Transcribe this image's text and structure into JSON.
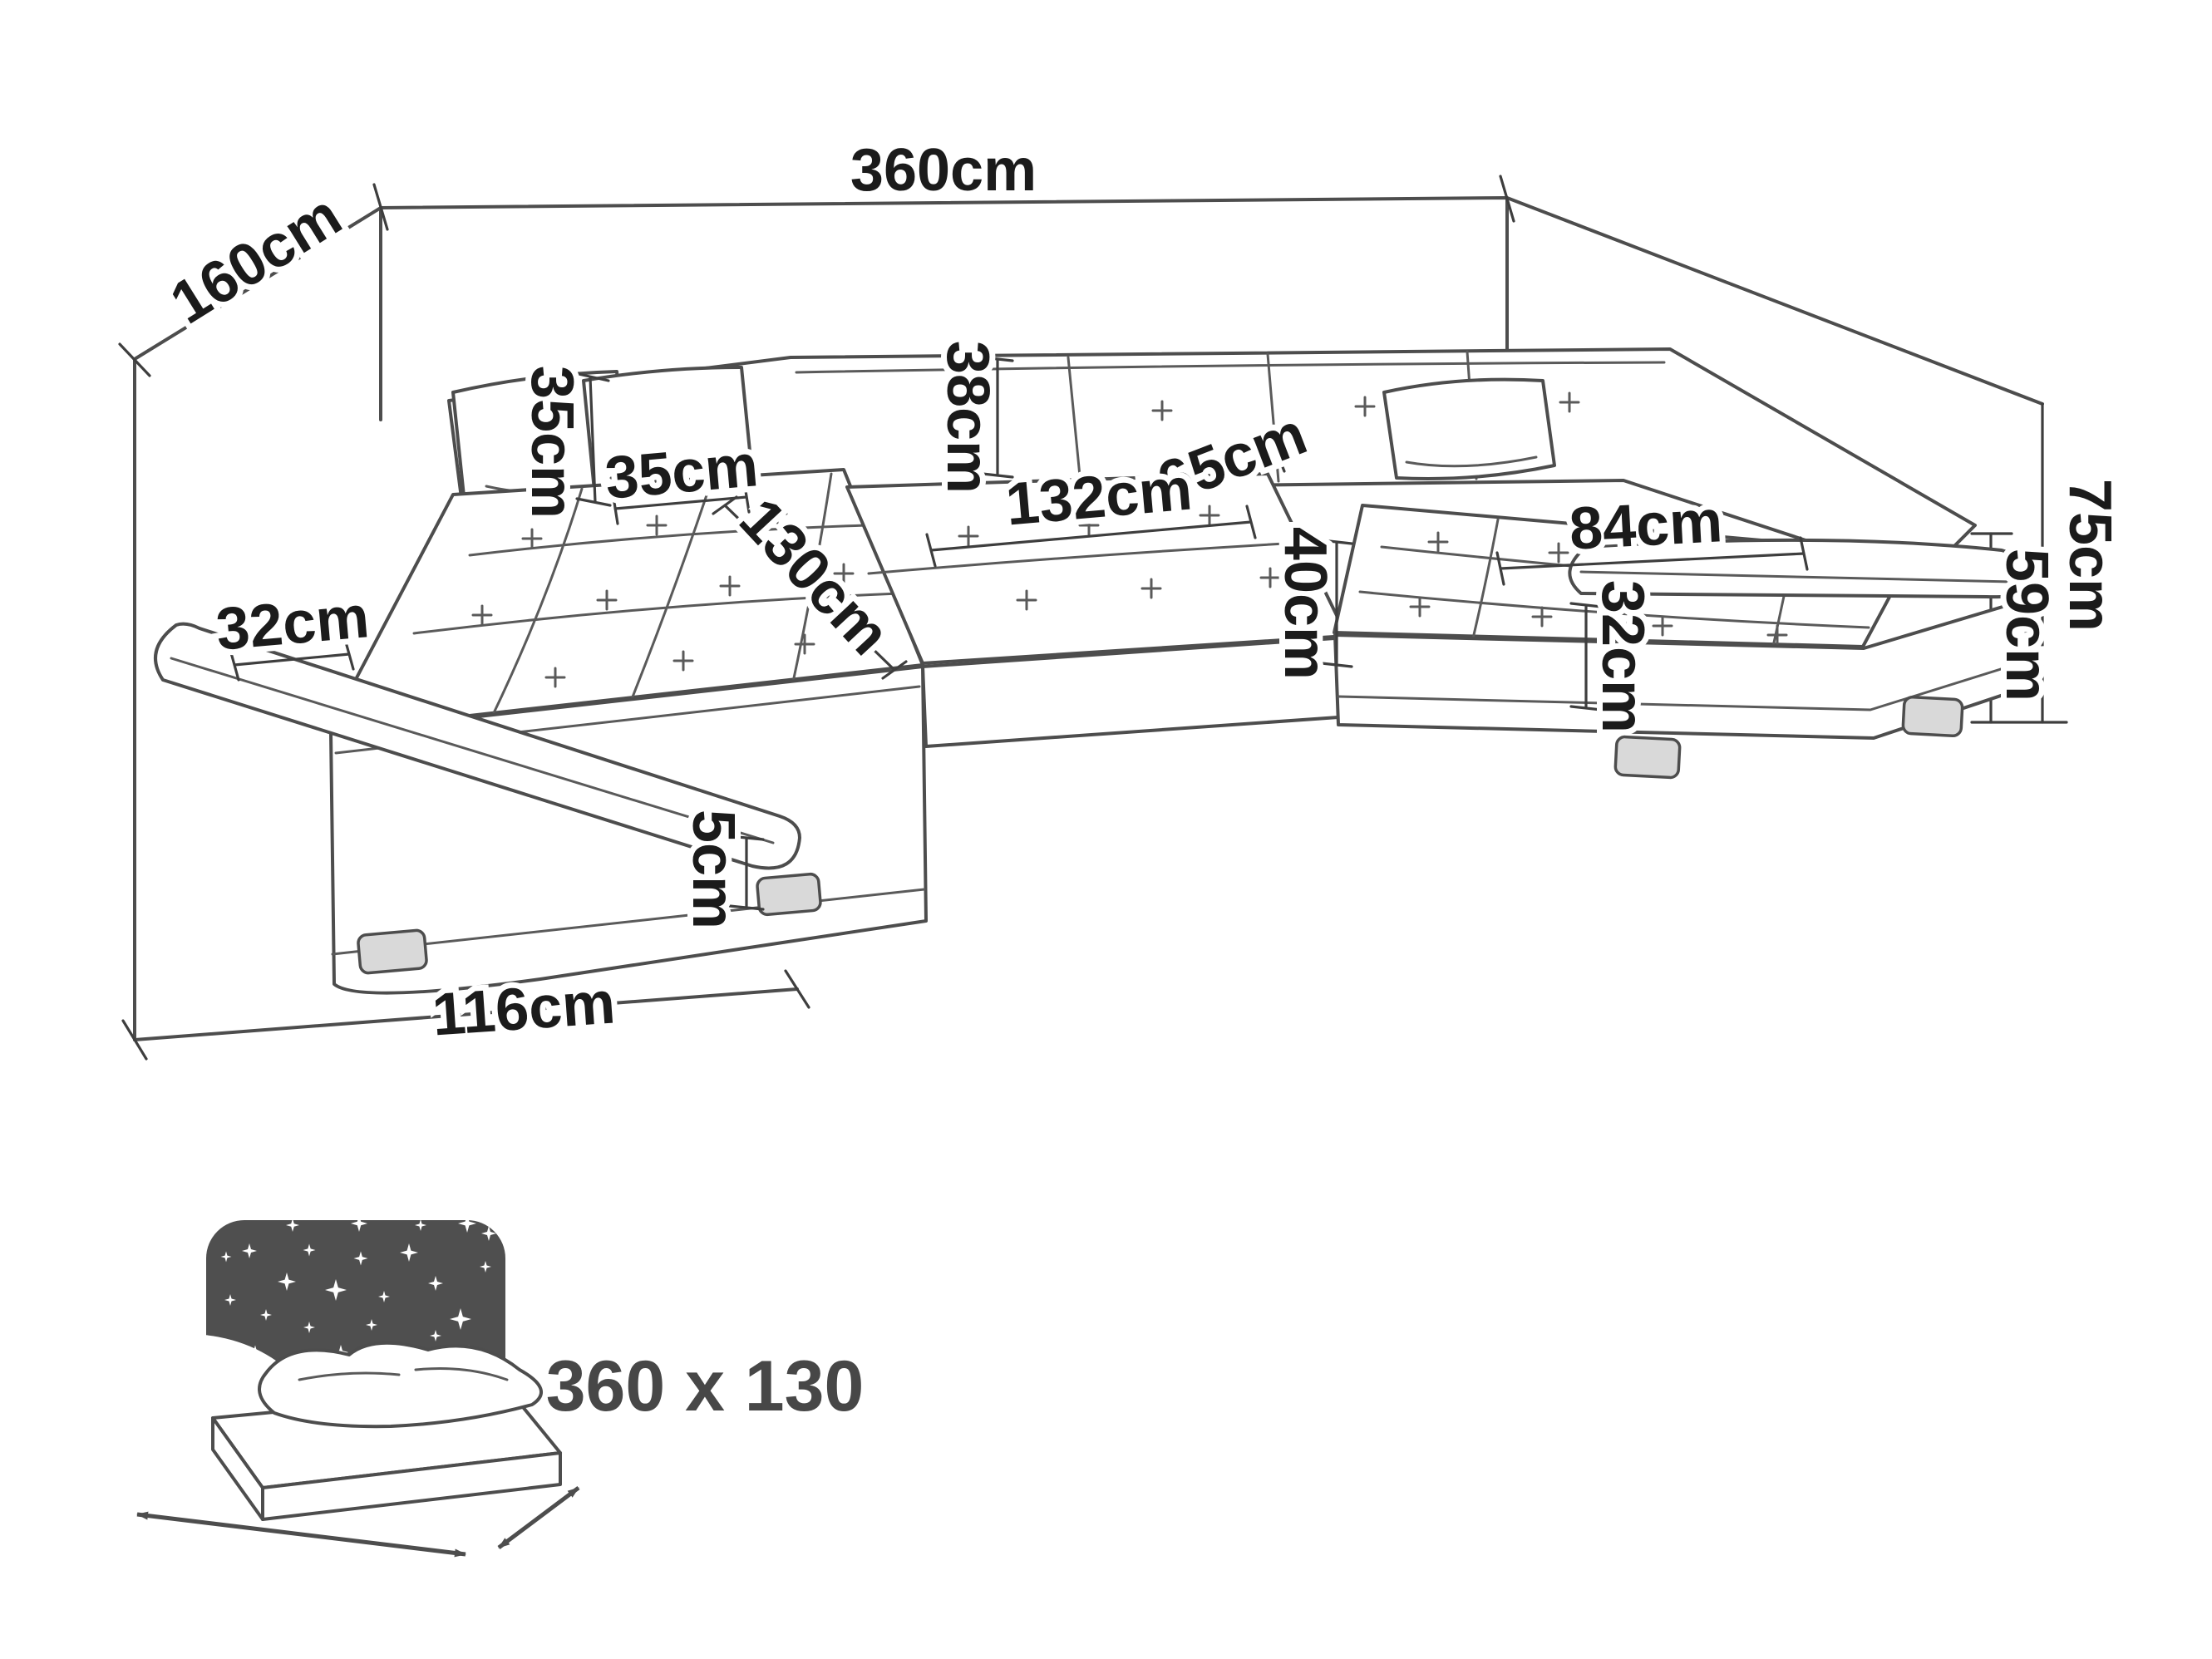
{
  "dimensions": {
    "total_width": "360cm",
    "total_depth_left": "160cm",
    "back_cushion_height": "35cm",
    "back_cushion_width": "35cm",
    "backrest_top_height": "38cm",
    "seat_depth": "65cm",
    "central_seat_width": "132cm",
    "seat_height": "40cm",
    "right_seat_width": "84cm",
    "total_height": "75cm",
    "armrest_height": "59cm",
    "left_armrest_width": "32cm",
    "right_armrest_width": "32cm",
    "left_chaise_length": "130cm",
    "leg_height": "5cm",
    "left_chaise_width": "116cm"
  },
  "sleeping_area": {
    "icon": "sofa-bed-sleeping-function-icon",
    "size": "360 x 130"
  },
  "colors": {
    "line": "#4d4d4d",
    "text": "#1b1b1b",
    "icon_fill": "#4f4f4f",
    "background": "#ffffff"
  }
}
